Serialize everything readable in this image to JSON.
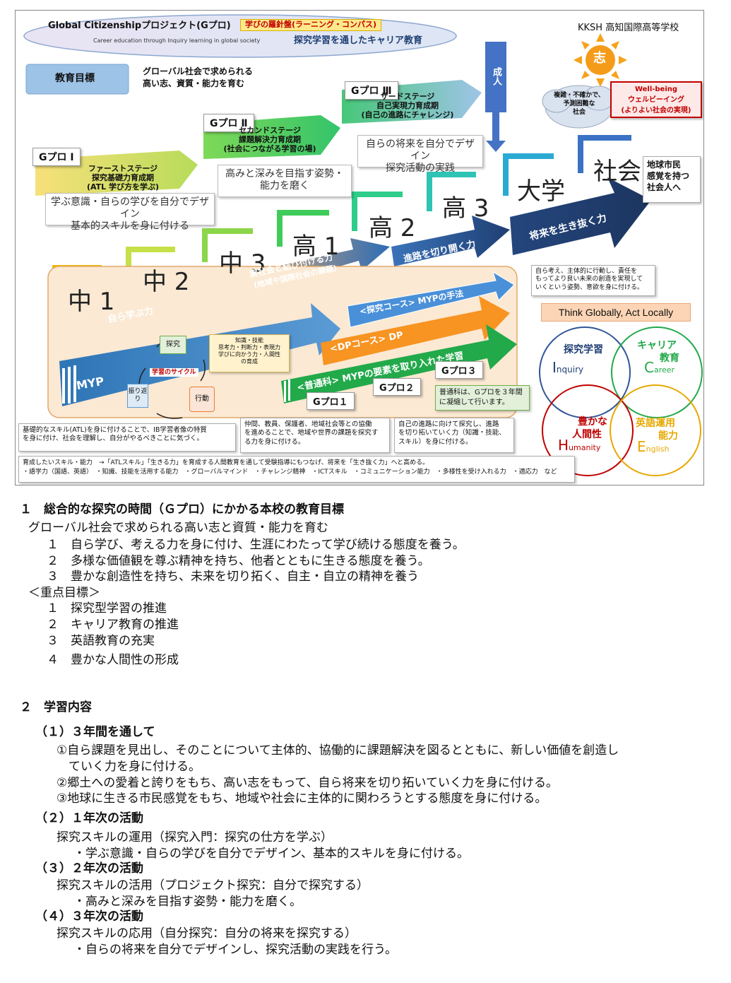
{
  "diagram": {
    "header_title": "Global Citizenshipプロジェクト(Gプロ)",
    "header_badge": "学びの羅針盤(ラーニング・コンパス)",
    "header_sub_en": "Career education through Inquiry learning in global society",
    "header_sub_jp": "探究学習を通したキャリア教育",
    "school_name": "KKSH 高知国際高等学校",
    "sun_char": "志",
    "goal_label": "教育目標",
    "goal_text": [
      "グローバル社会で求められる",
      "高い志、資質・能力を育む"
    ],
    "adult_label": "成人",
    "cloud_text": [
      "複雑・不確かで、",
      "予測困難な",
      "社会"
    ],
    "wellbeing": [
      "Well-being",
      "ウェルビーイング",
      "(よりよい社会の実現)"
    ],
    "g1": {
      "tag": "Gプロ Ⅰ",
      "stage": [
        "ファーストステージ",
        "探究基礎力育成期",
        "(ATL 学び方を学ぶ)"
      ],
      "desc": [
        "学ぶ意識・自らの学びを自分でデザイン",
        "基本的スキルを身に付ける"
      ]
    },
    "g2": {
      "tag": "Gプロ Ⅱ",
      "stage": [
        "セカンドステージ",
        "課題解決力育成期",
        "(社会につながる学習の場)"
      ],
      "desc": [
        "高みと深みを目指す姿勢・",
        "能力を磨く"
      ]
    },
    "g3": {
      "tag": "Gプロ Ⅲ",
      "stage": [
        "サードステージ",
        "自己実現力育成期",
        "(自己の進路にチャレンジ)"
      ],
      "desc": [
        "自らの将来を自分でデザイン",
        "探究活動の実践"
      ]
    },
    "steps": [
      "中 1",
      "中 2",
      "中 3",
      "高 1",
      "高 2",
      "高 3",
      "大学",
      "社会"
    ],
    "society_label": [
      "地球市民",
      "感覚を持つ",
      "社会人へ"
    ],
    "arrows": {
      "a1": "自ら学ぶ力",
      "a2": [
        "実社会と結び付ける力",
        "(地域や国際社会の課題)"
      ],
      "a3": "進路を切り開く力",
      "a4": "将来を生き抜く力"
    },
    "future_desc": [
      "自ら考え、主体的に行動し、責任を",
      "もってより良い未来の創造を実現して",
      "いくという姿勢、意欲を身に付ける。"
    ],
    "think_globally": "Think Globally, Act Locally",
    "myp": "MYP",
    "cycle_center": "学習のサイクル",
    "cycle_items": [
      "探究",
      "行動",
      "振り返り"
    ],
    "knowledge": [
      "知識・技能",
      "思考力・判断力・表現力",
      "学びに向かう力・人間性",
      "の育成"
    ],
    "course_inquiry": "<探究コース> MYPの手法",
    "course_dp": "<DPコース> DP",
    "course_general": "<普通科> MYPの要素を取り入れた学習",
    "gp_tags": [
      "Gプロ１",
      "Gプロ２",
      "Gプロ３"
    ],
    "general_note": [
      "普通科は、Gプロを３年間",
      "に凝縮して行います。"
    ],
    "venn": {
      "inquiry": "探究学習",
      "inquiry_en_cap": "I",
      "inquiry_en": "nquiry",
      "career": [
        "キャリア",
        "教育"
      ],
      "career_en_cap": "C",
      "career_en": "areer",
      "humanity": [
        "豊かな",
        "人間性"
      ],
      "humanity_en_cap": "H",
      "humanity_en": "umanity",
      "english": [
        "英語運用",
        "能力"
      ],
      "english_en_cap": "E",
      "english_en": "nglish"
    },
    "bottom_boxes": [
      [
        "基礎的なスキル(ATL)を身に付けることで、IB学習者像の特質",
        "を身に付け、社会を理解し、自分がやるべきことに気づく。"
      ],
      [
        "仲間、教員、保護者、地域社会等との協働",
        "を進めることで、地域や世界の課題を探究す",
        "る力を身に付ける。"
      ],
      [
        "自己の進路に向けて探究し、進路",
        "を切り拓いていく力（知識・技能、",
        "スキル）を身に付ける。"
      ]
    ],
    "footer_lines": [
      "育成したいスキル・能力　→「ATLスキル」「生きる力」を育成する人間教育を通して受験指導にもつなげ、将来を「生き抜く力」へと高める。",
      "・語学力（国語、英語）　・知識、技能を活用する能力　・グローバルマインド　・チャレンジ精神　・ICTスキル　・コミュニケーション能力　・多様性を受け入れる力　・適応力　など"
    ]
  },
  "doc": {
    "s1_title": "１　総合的な探究の時間（Ｇプロ）にかかる本校の教育目標",
    "s1_lead": "グローバル社会で求められる高い志と資質・能力を育む",
    "s1_items": [
      "１　自ら学び、考える力を身に付け、生涯にわたって学び続ける態度を養う。",
      "２　多様な価値観を尊ぶ精神を持ち、他者とともに生きる態度を養う。",
      "３　豊かな創造性を持ち、未来を切り拓く、自主・自立の精神を養う"
    ],
    "s1_focus_title": "＜重点目標＞",
    "s1_focus": [
      "１　探究型学習の推進",
      "２　キャリア教育の推進",
      "３　英語教育の充実",
      "４　豊かな人間性の形成"
    ],
    "s2_title": "２　学習内容",
    "s2_p1_title": "（１）３年間を通して",
    "s2_p1_lines": [
      "①自ら課題を見出し、そのことについて主体的、協働的に課題解決を図るとともに、新しい価値を創造し",
      "　ていく力を身に付ける。",
      "②郷土への愛着と誇りをもち、高い志をもって、自ら将来を切り拓いていく力を身に付ける。",
      "③地球に生きる市民感覚をもち、地域や社会に主体的に関わろうとする態度を身に付ける。"
    ],
    "s2_p2_title": "（２）１年次の活動",
    "s2_p2_lines": [
      "探究スキルの運用（探究入門：探究の仕方を学ぶ）",
      "・学ぶ意識・自らの学びを自分でデザイン、基本的スキルを身に付ける。"
    ],
    "s2_p3_title": "（３）２年次の活動",
    "s2_p3_lines": [
      "探究スキルの活用（プロジェクト探究：自分で探究する）",
      "・高みと深みを目指す姿勢・能力を磨く。"
    ],
    "s2_p4_title": "（４）３年次の活動",
    "s2_p4_lines": [
      "探究スキルの応用（自分探究：自分の将来を探究する）",
      "・自らの将来を自分でデザインし、探究活動の実践を行う。"
    ]
  },
  "colors": {
    "myp_blue": "#2e75b6",
    "dp_orange": "#f79422",
    "general_green": "#22a94a",
    "venn_blue": "#2f5597",
    "venn_green": "#22a94a",
    "venn_red": "#c00000",
    "venn_gold": "#e6a800"
  }
}
